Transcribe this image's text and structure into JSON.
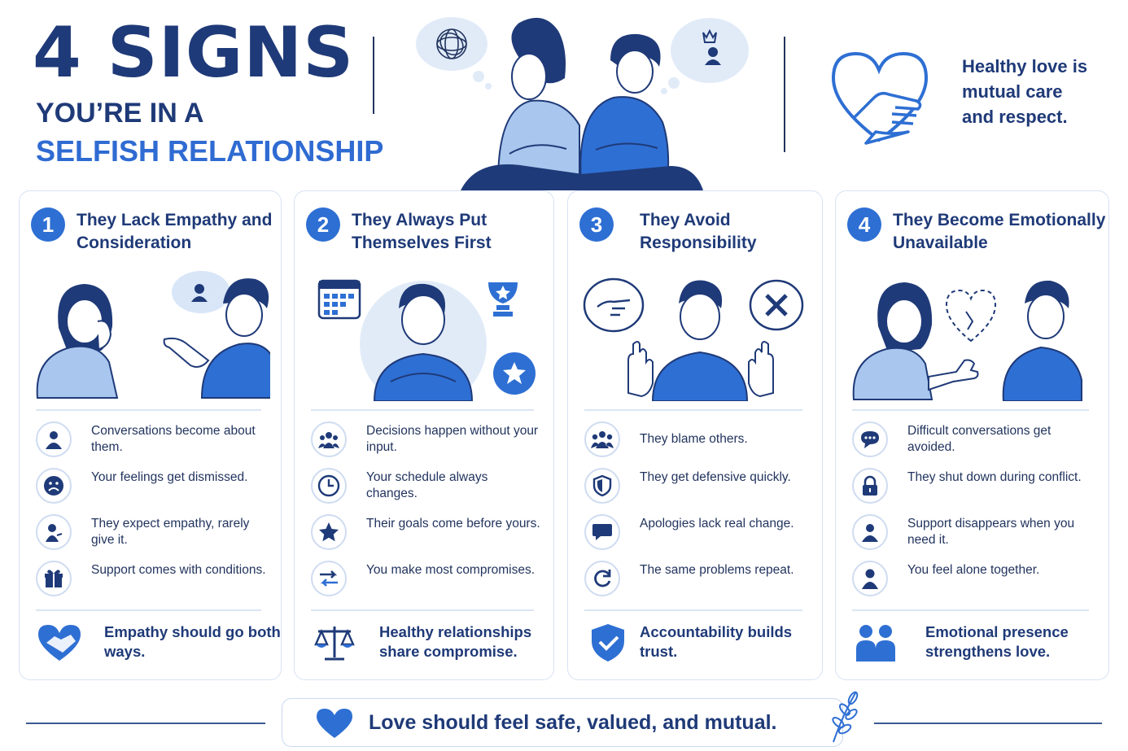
{
  "header": {
    "title_big": "4 SIGNS",
    "title_mid": "YOU’RE IN A",
    "title_sub": "SELFISH RELATIONSHIP",
    "tagline": "Healthy love is mutual care and respect."
  },
  "colors": {
    "primary": "#2e6fd3",
    "navy": "#1f3a78",
    "light": "#a9c6ee",
    "border": "#d7e2f3"
  },
  "cards": [
    {
      "num": "1",
      "title": "They Lack Empathy and Consideration",
      "items": [
        {
          "icon": "person-icon",
          "text": "Conversations become about them."
        },
        {
          "icon": "sad-face-icon",
          "text": "Your feelings get dismissed."
        },
        {
          "icon": "person-speaking-icon",
          "text": "They expect empathy, rarely give it."
        },
        {
          "icon": "gift-icon",
          "text": "Support comes with conditions."
        }
      ],
      "footer_icon": "heart-handshake-icon",
      "footer": "Empathy should go both ways."
    },
    {
      "num": "2",
      "title": "They Always Put Themselves First",
      "items": [
        {
          "icon": "group-icon",
          "text": "Decisions happen without your input."
        },
        {
          "icon": "clock-icon",
          "text": "Your schedule always changes."
        },
        {
          "icon": "star-icon",
          "text": "Their goals come before yours."
        },
        {
          "icon": "arrows-icon",
          "text": "You make most compromises."
        }
      ],
      "footer_icon": "scale-icon",
      "footer": "Healthy relationships share compromise."
    },
    {
      "num": "3",
      "title": "They Avoid Responsibility",
      "items": [
        {
          "icon": "people-icon",
          "text": "They blame others."
        },
        {
          "icon": "shield-icon",
          "text": "They get defensive quickly."
        },
        {
          "icon": "speech-bubble-icon",
          "text": "Apologies lack real change."
        },
        {
          "icon": "repeat-icon",
          "text": "The same problems repeat."
        }
      ],
      "footer_icon": "shield-check-icon",
      "footer": "Accountability builds trust."
    },
    {
      "num": "4",
      "title": "They Become Emotionally Unavailable",
      "items": [
        {
          "icon": "chat-dots-icon",
          "text": "Difficult conversations get avoided."
        },
        {
          "icon": "lock-icon",
          "text": "They shut down during conflict."
        },
        {
          "icon": "person-icon",
          "text": "Support disappears when you need it."
        },
        {
          "icon": "person-alone-icon",
          "text": "You feel alone together."
        }
      ],
      "footer_icon": "two-people-icon",
      "footer": "Emotional presence strengthens love."
    }
  ],
  "bottom_banner": "Love should feel safe, valued, and mutual."
}
